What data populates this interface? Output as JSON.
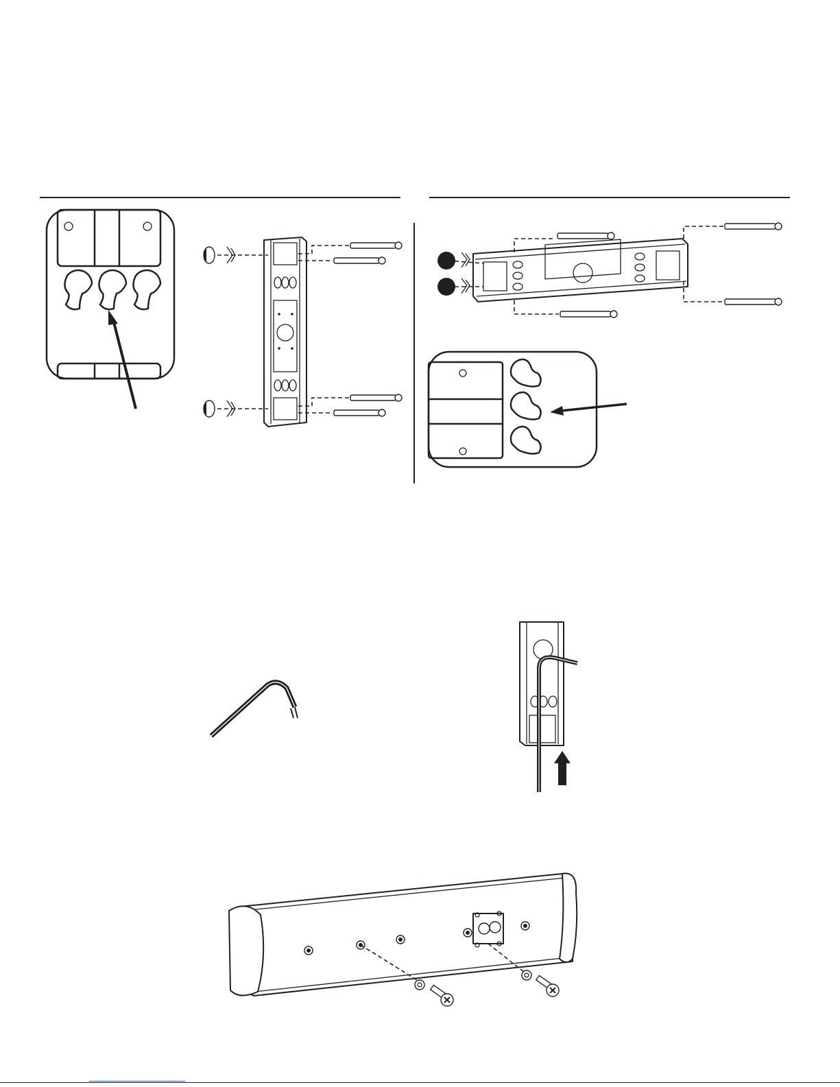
{
  "figures": [
    {
      "id": "keyhole-detail-vertical",
      "icon": "keyhole-slot-detail-icon"
    },
    {
      "id": "bracket-vertical-mount",
      "icon": "bracket-screws-anchors-icon"
    },
    {
      "id": "bracket-horizontal-mount",
      "icon": "bracket-screws-anchors-icon"
    },
    {
      "id": "keyhole-detail-horizontal",
      "icon": "keyhole-slot-detail-icon"
    },
    {
      "id": "speaker-wire",
      "icon": "wire-icon"
    },
    {
      "id": "wire-through-bracket",
      "icon": "wire-routing-icon"
    },
    {
      "id": "speaker-rear-screws",
      "icon": "speaker-cabinet-icon"
    }
  ],
  "colors": {
    "ink": "#231f20",
    "link": "#3355cc"
  }
}
